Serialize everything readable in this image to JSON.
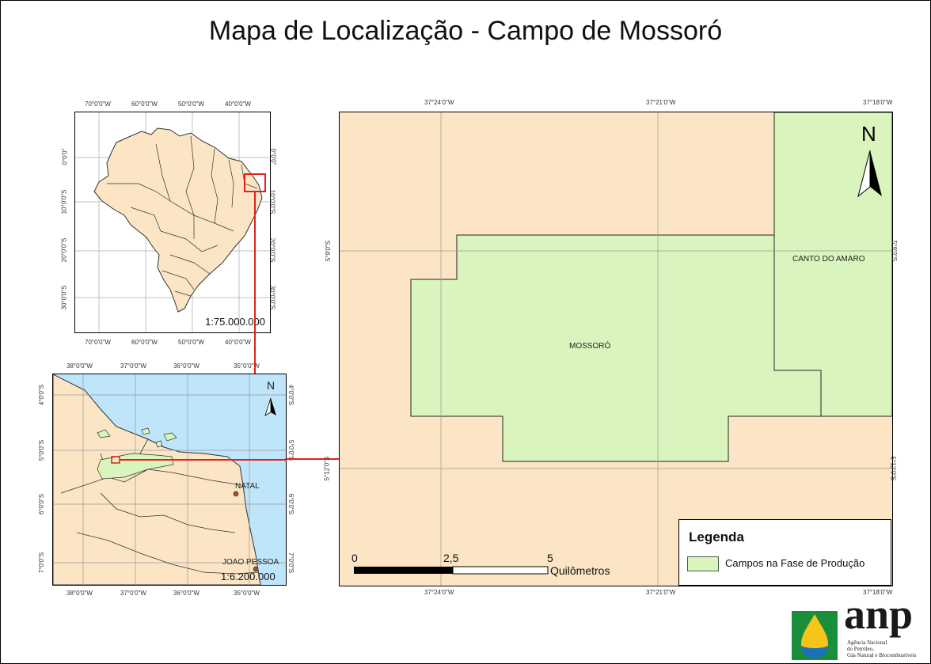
{
  "title": "Mapa de Localização - Campo de Mossoró",
  "colors": {
    "land": "#fbe5c4",
    "field": "#d9f5bd",
    "sea": "#bfe5fb",
    "highlight": "#e0211d"
  },
  "inset_brazil": {
    "top_ticks": [
      "70°0'0\"W",
      "60°0'0\"W",
      "50°0'0\"W",
      "40°0'0\"W"
    ],
    "bottom_ticks": [
      "70°0'0\"W",
      "60°0'0\"W",
      "50°0'0\"W",
      "40°0'0\"W"
    ],
    "left_ticks": [
      "0°0'0\"",
      "10°0'0\"S",
      "20°0'0\"S",
      "30°0'0\"S"
    ],
    "right_ticks": [
      "0°0'0\"",
      "10°0'0\"S",
      "20°0'0\"S",
      "30°0'0\"S"
    ],
    "scale": "1:75.000.000"
  },
  "inset_region": {
    "top_ticks": [
      "38°0'0\"W",
      "37°0'0\"W",
      "36°0'0\"W",
      "35°0'0\"W"
    ],
    "bottom_ticks": [
      "38°0'0\"W",
      "37°0'0\"W",
      "36°0'0\"W",
      "35°0'0\"W"
    ],
    "left_ticks": [
      "4°0'0\"S",
      "5°0'0\"S",
      "6°0'0\"S",
      "7°0'0\"S"
    ],
    "right_ticks": [
      "4°0'0\"S",
      "5°0'0\"S",
      "6°0'0\"S",
      "7°0'0\"S"
    ],
    "north": "N",
    "cities": [
      "NATAL",
      "JOAO PESSOA"
    ],
    "scale": "1:6.200.000"
  },
  "main_map": {
    "top_ticks": [
      "37°24'0\"W",
      "37°21'0\"W",
      "37°18'0\"W"
    ],
    "bottom_ticks": [
      "37°24'0\"W",
      "37°21'0\"W",
      "37°18'0\"W"
    ],
    "left_ticks": [
      "5°9'0\"S",
      "5°12'0\"S"
    ],
    "right_ticks": [
      "5°9'0\"S",
      "5°12'0\"S"
    ],
    "north": "N",
    "fields": [
      "MOSSORÓ",
      "CANTO DO AMARO"
    ],
    "scalebar": {
      "labels": [
        "0",
        "2,5",
        "5"
      ],
      "unit": "Quilômetros"
    }
  },
  "legend": {
    "title": "Legenda",
    "item": "Campos na Fase de Produção"
  },
  "logo": {
    "text": "anp",
    "subtitle_lines": [
      "Agência Nacional",
      "do Petróleo,",
      "Gás Natural e Biocombustíveis"
    ]
  }
}
